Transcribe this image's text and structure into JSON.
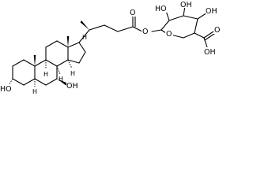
{
  "molecule": {
    "atoms": [
      {
        "id": "ho3",
        "text": "HO"
      },
      {
        "id": "oh7",
        "text": "OH"
      },
      {
        "id": "ester_o",
        "text": "O"
      },
      {
        "id": "ring_o_left",
        "text": "O"
      },
      {
        "id": "ring_o",
        "text": "O"
      },
      {
        "id": "ho2",
        "text": "HO"
      },
      {
        "id": "oh3",
        "text": "OH"
      },
      {
        "id": "oh4",
        "text": "OH"
      },
      {
        "id": "acid_oh",
        "text": "OH"
      },
      {
        "id": "acid_o",
        "text": "O"
      },
      {
        "id": "h9",
        "text": "H"
      },
      {
        "id": "h14",
        "text": "H"
      },
      {
        "id": "h17",
        "text": "H"
      },
      {
        "id": "h5",
        "text": "H"
      },
      {
        "id": "h8",
        "text": "H"
      }
    ]
  }
}
